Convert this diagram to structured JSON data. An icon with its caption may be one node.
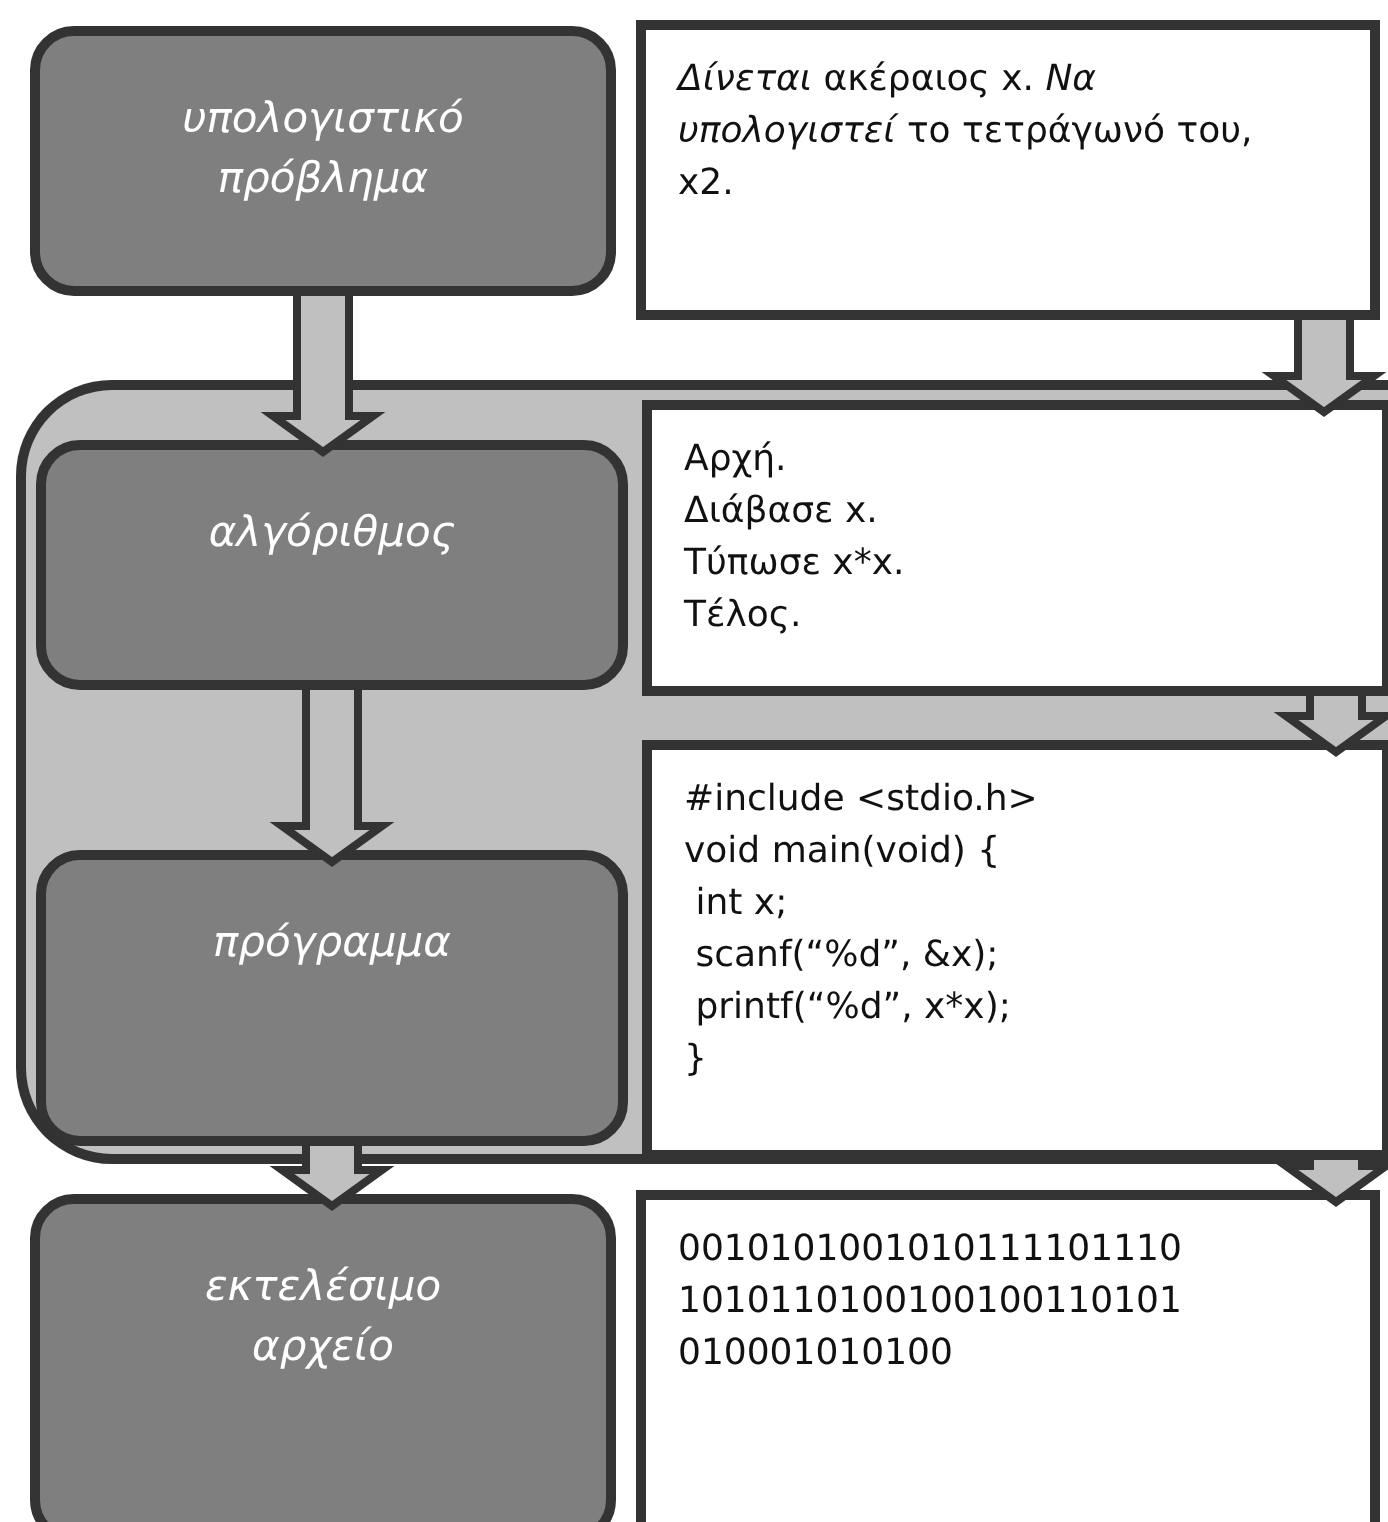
{
  "diagram": {
    "nodes": [
      {
        "text": [
          "υπολογιστικό πρόβλημα"
        ]
      },
      {
        "text": [
          "*Δίνεται* ακέραιος x. *Να υπολογιστεί* το τετράγωνό του, x2."
        ]
      },
      {
        "text": [],
        "shape": "box"
      },
      {
        "text": [
          "αλγόριθμος"
        ],
        "in": 2
      },
      {
        "text": [
          "Αρχή.",
          "Διάβασε x.",
          "Τύπωσε x*x.",
          "Τέλος."
        ],
        "in": 2
      },
      {
        "text": [
          "πρόγραμμα"
        ],
        "in": 2
      },
      {
        "text": [
          "#include <stdio.h>",
          "void main(void) {",
          " int x;",
          " scanf(“%d”, &x);",
          " printf(“%d”, x*x);",
          "}"
        ],
        "in": 2
      },
      {
        "text": [
          "εκτελέσιμο αρχείο"
        ]
      },
      {
        "text": [
          "0010101001010111101110 1010110100100100110101 010001010100"
        ]
      }
    ],
    "edges": [
      {
        "from": 0,
        "to": 3,
        "arrow": "to"
      },
      {
        "from": 3,
        "to": 5,
        "arrow": "to"
      },
      {
        "from": 5,
        "to": 7,
        "arrow": "to"
      },
      {
        "from": 1,
        "to": 4,
        "arrow": "to"
      },
      {
        "from": 4,
        "to": 6,
        "arrow": "to"
      },
      {
        "from": 6,
        "to": 8,
        "arrow": "to"
      }
    ]
  }
}
